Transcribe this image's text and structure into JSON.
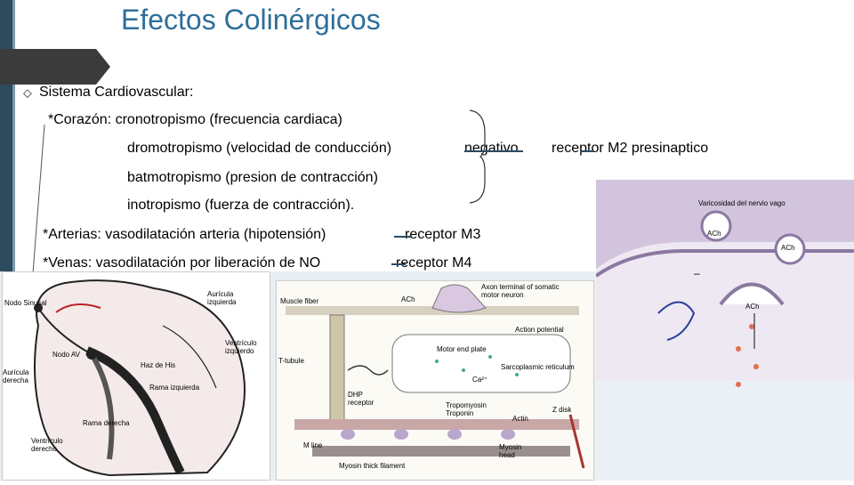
{
  "slide": {
    "title": "Efectos Colinérgicos",
    "bullet_icon": "diamond-bullet-icon",
    "section": "Sistema Cardiovascular:",
    "lines": {
      "corazon": "*Corazón: cronotropismo (frecuencia cardiaca)",
      "dromo": "dromotropismo (velocidad de conducción)",
      "negativo": "negativo",
      "receptor_m2": "receptor M2 presinaptico",
      "batmo": "batmotropismo (presion de contracción)",
      "ino": "inotropismo (fuerza de contracción).",
      "arterias": "*Arterias: vasodilatación arteria (hipotensión)",
      "receptor_m3": "receptor M3",
      "venas": "*Venas: vasodilatación por liberación de NO",
      "receptor_m4": "receptor M4"
    }
  },
  "heart_figure": {
    "labels": {
      "nodo_sinusal": "Nodo Sinusal",
      "auricula_izq": "Aurícula izquierda",
      "ventriculo_izq": "Ventrículo izquierdo",
      "nodo_av": "Nodo AV",
      "haz_his": "Haz de His",
      "auricula_der": "Aurícula derecha",
      "rama_izq": "Rama izquierda",
      "rama_der": "Rama derecha",
      "ventriculo_der": "Ventrículo derecho"
    }
  },
  "muscle_figure": {
    "labels": {
      "axon": "Axon terminal of somatic motor neuron",
      "muscle_fiber": "Muscle fiber",
      "ach": "ACh",
      "action_potential": "Action potential",
      "motor_end_plate": "Motor end plate",
      "t_tubule": "T-tubule",
      "sarcoplasmic": "Sarcoplasmic reticulum",
      "dhp": "DHP receptor",
      "ca": "Ca²⁺",
      "tropomyosin": "Tropomyosin",
      "troponin": "Troponin",
      "z_disk": "Z disk",
      "actin": "Actin",
      "m_line": "M line",
      "myosin_head": "Myosin head",
      "myosin": "Myosin thick filament"
    }
  },
  "vagus_figure": {
    "labels": {
      "title": "Varicosidad del nervio vago",
      "ach1": "ACh",
      "ach2": "ACh",
      "ach3": "ACh",
      "minus": "–"
    }
  }
}
